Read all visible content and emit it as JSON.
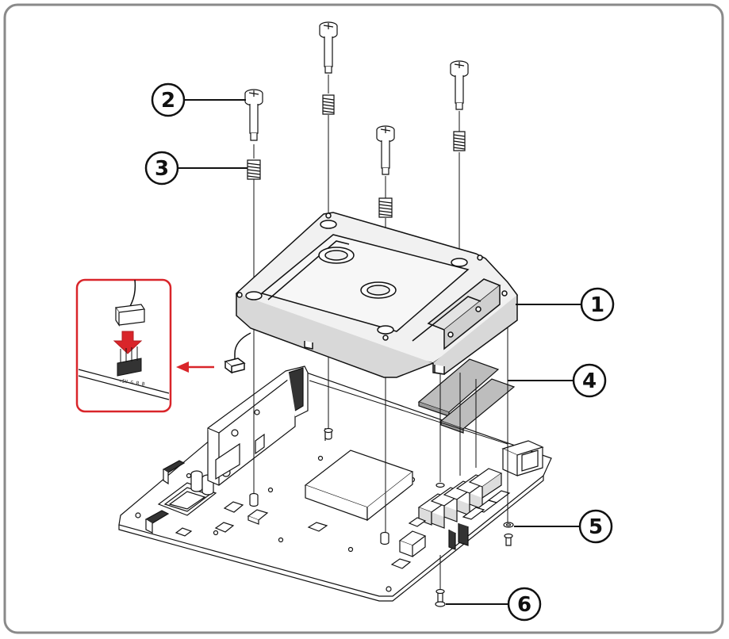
{
  "callouts": [
    {
      "number": "1",
      "part": "water-block"
    },
    {
      "number": "2",
      "part": "mounting-screw"
    },
    {
      "number": "3",
      "part": "spring"
    },
    {
      "number": "4",
      "part": "thermal-pad"
    },
    {
      "number": "5",
      "part": "washer"
    },
    {
      "number": "6",
      "part": "back-screw"
    }
  ],
  "inset": {
    "pin_label": "+5V G R B",
    "frame_color": "#d9252a",
    "arrow_color": "#d9252a"
  },
  "colors": {
    "frame": "#8a8a8a",
    "line": "#111111",
    "board_fill": "#ffffff",
    "block_top": "#f1f1f1",
    "block_side": "#d8d8d8",
    "thermal_pad": "#bdbdbd"
  }
}
